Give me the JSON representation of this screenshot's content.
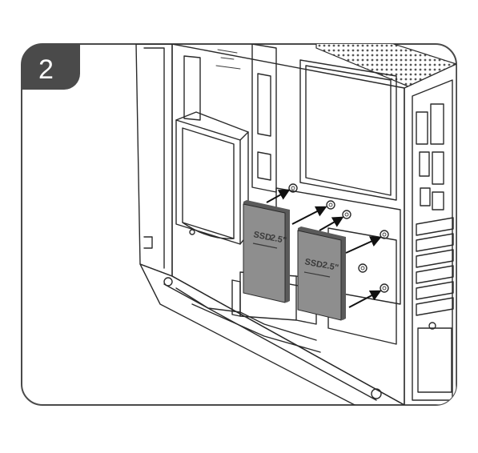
{
  "step": {
    "number": "2"
  },
  "ssd_labels": [
    {
      "line1": "SSD",
      "line2": "2.5\""
    },
    {
      "line1": "SSD",
      "line2": "2.5\""
    }
  ],
  "colors": {
    "frame_border": "#4a4a4a",
    "step_badge": "#4a4a4a",
    "ssd_fill": "#8e8e8e",
    "ssd_edge": "#5a5a5a",
    "line_art": "#2a2a2a"
  },
  "icons": [
    "arrow-icon"
  ]
}
